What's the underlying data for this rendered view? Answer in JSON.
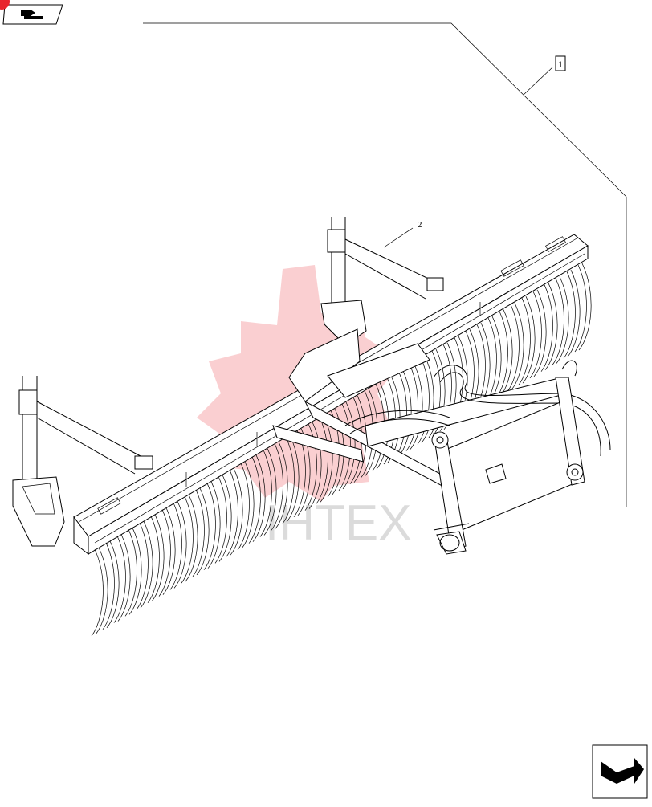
{
  "callouts": [
    {
      "id": "callout-1",
      "label": "1"
    },
    {
      "id": "callout-2",
      "label": "2"
    }
  ],
  "watermark": {
    "text": "IHTEX",
    "color": "#e8242c"
  },
  "icons": {
    "top_left": "back-arrow-tab-icon",
    "bottom_right": "next-page-arrow-icon"
  }
}
